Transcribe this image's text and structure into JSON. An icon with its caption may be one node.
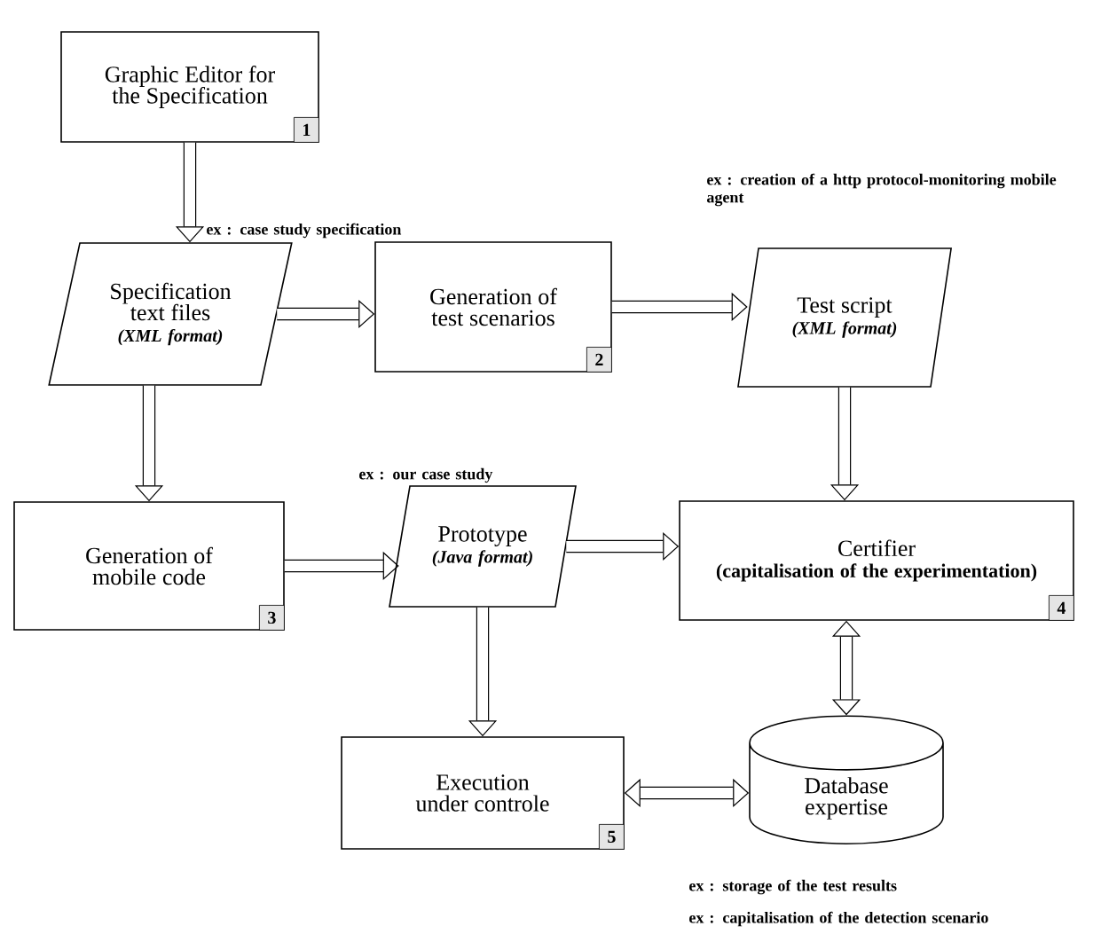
{
  "diagram": {
    "nodes": [
      {
        "text": [
          "Graphic Editor for the Specification",
          "1"
        ]
      },
      {
        "text": [
          "Specification text files",
          "(XML format)"
        ],
        "beside": [
          "ex : case study specification"
        ]
      },
      {
        "text": [
          "Generation of test scenarios",
          "2"
        ]
      },
      {
        "text": [
          "Test script",
          "(XML format)"
        ],
        "beside": [
          "ex : creation of a http protocol-monitoring mobile agent"
        ]
      },
      {
        "text": [
          "Generation of mobile code",
          "3"
        ]
      },
      {
        "text": [
          "Prototype",
          "(Java format)"
        ],
        "beside": [
          "ex : our case study"
        ]
      },
      {
        "text": [
          "Certifier",
          "(capitalisation of the experimentation)",
          "4"
        ]
      },
      {
        "text": [
          "Execution under controle",
          "5"
        ]
      },
      {
        "text": [
          "Database expertise"
        ],
        "beside": [
          "ex : storage of the test results",
          "ex : capitalisation of the detection scenario"
        ]
      }
    ],
    "edges": [
      {
        "from": 0,
        "to": 1,
        "arrow": "to"
      },
      {
        "from": 1,
        "to": 2,
        "arrow": "to"
      },
      {
        "from": 2,
        "to": 3,
        "arrow": "to"
      },
      {
        "from": 3,
        "to": 6,
        "arrow": "to"
      },
      {
        "from": 1,
        "to": 4,
        "arrow": "to"
      },
      {
        "from": 4,
        "to": 5,
        "arrow": "to"
      },
      {
        "from": 5,
        "to": 6,
        "arrow": "to"
      },
      {
        "from": 5,
        "to": 7,
        "arrow": "to"
      },
      {
        "from": 6,
        "to": 8,
        "arrow": "both"
      },
      {
        "from": 7,
        "to": 8,
        "arrow": "both"
      }
    ]
  }
}
